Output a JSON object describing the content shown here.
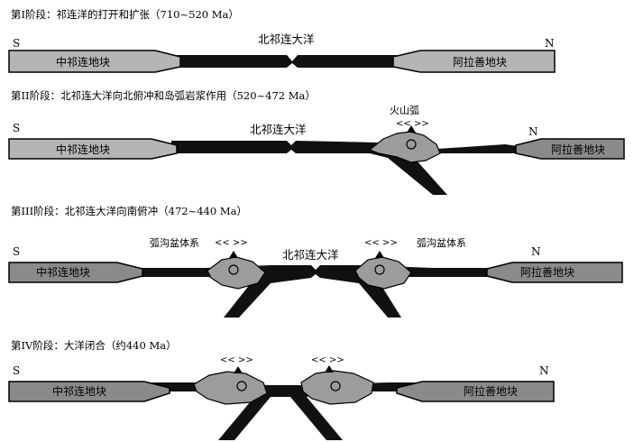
{
  "stages": [
    {
      "title": "第I阶段：祁连洋的打开和扩张（710~520 Ma）",
      "south": "S",
      "north": "N",
      "south_block": "中祁连地块",
      "north_block": "阿拉善地块",
      "ocean": "北祁连大洋"
    },
    {
      "title": "第II阶段：北祁连大洋向北俯冲和岛弧岩浆作用（520~472 Ma）",
      "south": "S",
      "north": "N",
      "south_block": "中祁连地块",
      "north_block": "阿拉善地块",
      "ocean": "北祁连大洋",
      "arc_label": "火山弧",
      "arc_arrows": "<< >>"
    },
    {
      "title": "第III阶段：北祁连大洋向南俯冲（472~440 Ma）",
      "south": "S",
      "north": "N",
      "south_block": "中祁连地块",
      "north_block": "阿拉善地块",
      "ocean": "北祁连大洋",
      "left_system": "弧沟盆体系",
      "right_system": "弧沟盆体系",
      "arc_arrows_left": "<< >>",
      "arc_arrows_right": "<< >>"
    },
    {
      "title": "第IV阶段：大洋闭合（约440 Ma）",
      "south": "S",
      "north": "N",
      "south_block": "中祁连地块",
      "north_block": "阿拉善地块",
      "arc_arrows_left": "<< >>",
      "arc_arrows_right": "<< >>"
    }
  ],
  "colors": {
    "block_light": "#b5b5b5",
    "block_dark": "#8a8a8a",
    "oceanic_crust": "#111111",
    "arc": "#9c9c9c"
  }
}
